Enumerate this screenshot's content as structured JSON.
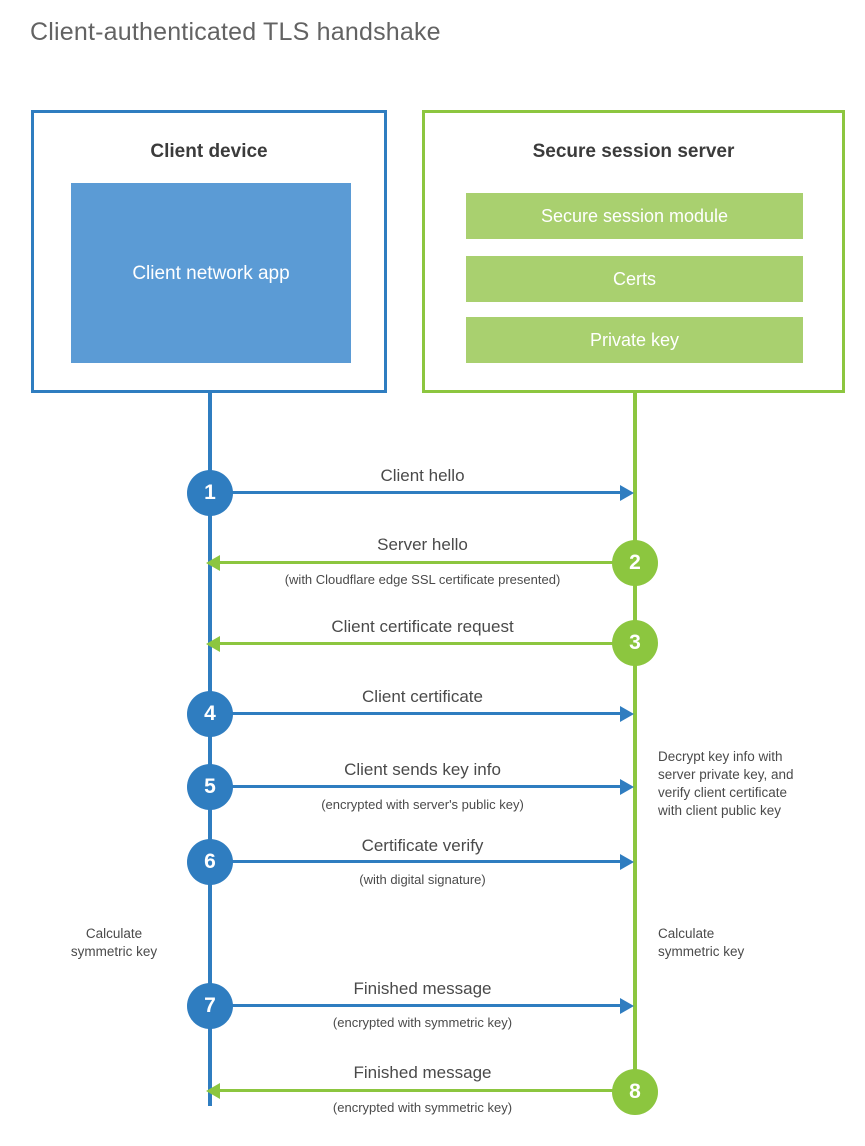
{
  "title": "Client-authenticated TLS handshake",
  "colors": {
    "blue_dark": "#2f7dc0",
    "blue_light": "#5b9bd5",
    "green_dark": "#8cc63f",
    "green_light": "#a9d06f",
    "text": "#4a4a4a",
    "title_text": "#636363"
  },
  "client": {
    "title": "Client device",
    "app_label": "Client network app"
  },
  "server": {
    "title": "Secure session server",
    "bars": [
      "Secure session module",
      "Certs",
      "Private key"
    ]
  },
  "steps": [
    {
      "number": "1",
      "label": "Client hello",
      "sublabel": "",
      "direction": "client-to-server",
      "color": "blue"
    },
    {
      "number": "2",
      "label": "Server hello",
      "sublabel": "(with Cloudflare edge SSL certificate presented)",
      "direction": "server-to-client",
      "color": "green"
    },
    {
      "number": "3",
      "label": "Client certificate request",
      "sublabel": "",
      "direction": "server-to-client",
      "color": "green"
    },
    {
      "number": "4",
      "label": "Client certificate",
      "sublabel": "",
      "direction": "client-to-server",
      "color": "blue"
    },
    {
      "number": "5",
      "label": "Client sends key info",
      "sublabel": "(encrypted with server's public key)",
      "direction": "client-to-server",
      "color": "blue"
    },
    {
      "number": "6",
      "label": "Certificate verify",
      "sublabel": "(with digital signature)",
      "direction": "client-to-server",
      "color": "blue"
    },
    {
      "number": "7",
      "label": "Finished message",
      "sublabel": "(encrypted with symmetric key)",
      "direction": "client-to-server",
      "color": "blue"
    },
    {
      "number": "8",
      "label": "Finished message",
      "sublabel": "(encrypted with symmetric key)",
      "direction": "server-to-client",
      "color": "green"
    }
  ],
  "notes": {
    "decrypt": [
      "Decrypt key info with",
      "server private key, and",
      "verify client certificate",
      "with client public key"
    ],
    "calculate_client": [
      "Calculate",
      "symmetric key"
    ],
    "calculate_server": [
      "Calculate",
      "symmetric key"
    ]
  }
}
